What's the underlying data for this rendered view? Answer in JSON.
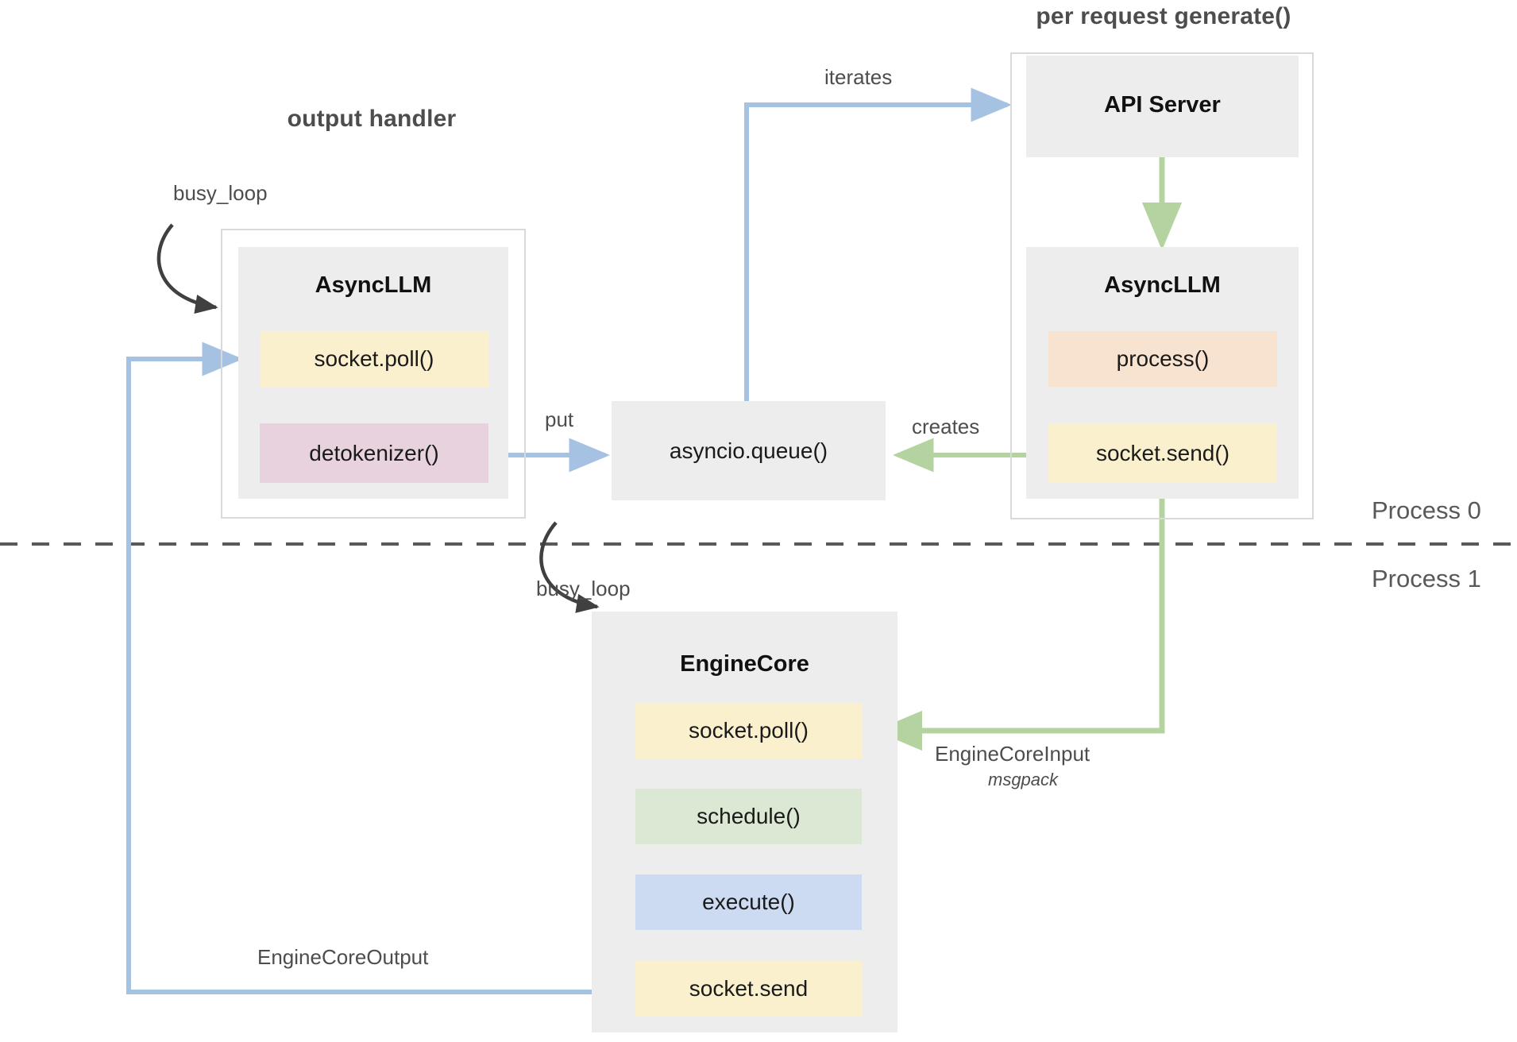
{
  "groups": {
    "output_handler": {
      "title": "output handler"
    },
    "per_request": {
      "title": "per request generate()"
    }
  },
  "components": {
    "async_llm_left": {
      "title": "AsyncLLM",
      "chips": [
        {
          "label": "socket.poll()",
          "color": "#faf0ce"
        },
        {
          "label": "detokenizer()",
          "color": "#e7d2dd"
        }
      ]
    },
    "api_server": {
      "title": "API Server"
    },
    "async_llm_right": {
      "title": "AsyncLLM",
      "chips": [
        {
          "label": "process()",
          "color": "#f8e3d0"
        },
        {
          "label": "socket.send()",
          "color": "#faf0ce"
        }
      ]
    },
    "engine_core": {
      "title": "EngineCore",
      "chips": [
        {
          "label": "socket.poll()",
          "color": "#faf0ce"
        },
        {
          "label": "schedule()",
          "color": "#dbe8d4"
        },
        {
          "label": "execute()",
          "color": "#ccdaf2"
        },
        {
          "label": "socket.send",
          "color": "#faf0ce"
        }
      ]
    },
    "queue": {
      "label": "asyncio.queue()"
    }
  },
  "edges": {
    "busy_loop_left": "busy_loop",
    "busy_loop_engine": "busy_loop",
    "iterates": "iterates",
    "put": "put",
    "creates": "creates",
    "engine_core_input": "EngineCoreInput",
    "engine_core_input_sub": "msgpack",
    "engine_core_output": "EngineCoreOutput"
  },
  "process_divider": {
    "top_label": "Process 0",
    "bottom_label": "Process 1"
  },
  "colors": {
    "arrow_blue": "#a6c2e3",
    "arrow_green": "#b5d3a0",
    "arrow_dark": "#404040",
    "box_grey": "#ededed",
    "border_grey": "#d9d9d9",
    "divider": "#595959"
  }
}
